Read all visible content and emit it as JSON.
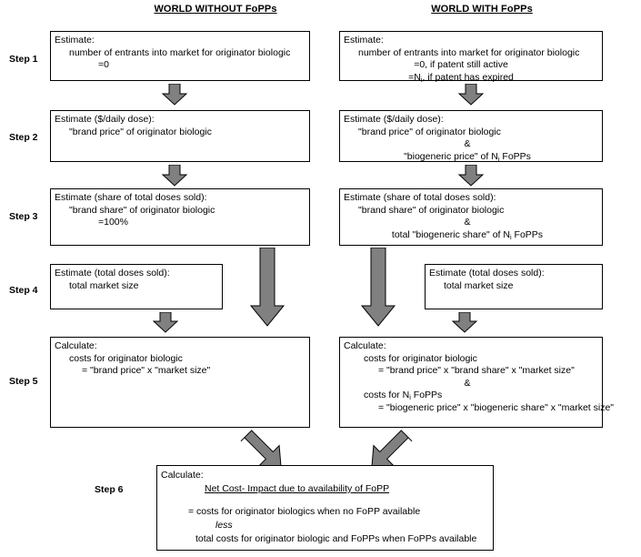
{
  "headers": {
    "left": "WORLD WITHOUT FoPPs",
    "right": "WORLD WITH FoPPs"
  },
  "steps": [
    {
      "label": "Step 1"
    },
    {
      "label": "Step 2"
    },
    {
      "label": "Step 3"
    },
    {
      "label": "Step 4"
    },
    {
      "label": "Step 5"
    },
    {
      "label": "Step 6"
    }
  ],
  "boxes": {
    "s1_left": {
      "l1": "Estimate:",
      "l2": "number of entrants into market for originator biologic",
      "l3": "=0"
    },
    "s1_right": {
      "l1": "Estimate:",
      "l2": "number of entrants into market for originator biologic",
      "l3": "=0, if patent still active",
      "l4a": "=N",
      "l4sub": "i",
      "l4b": ", if patent has expired"
    },
    "s2_left": {
      "l1": "Estimate ($/daily dose):",
      "l2": "\"brand price\" of originator biologic"
    },
    "s2_right": {
      "l1": "Estimate  ($/daily dose):",
      "l2": "\"brand price\" of originator biologic",
      "l3": "&",
      "l4a": "\"biogeneric price\" of N",
      "l4sub": "i",
      "l4b": " FoPPs"
    },
    "s3_left": {
      "l1": "Estimate (share of total doses sold):",
      "l2": "\"brand share\" of originator biologic",
      "l3": "=100%"
    },
    "s3_right": {
      "l1": "Estimate  (share of total doses sold):",
      "l2": "\"brand share\" of originator biologic",
      "l3": "&",
      "l4a": "total \"biogeneric share\" of N",
      "l4sub": "i",
      "l4b": " FoPPs"
    },
    "s4_left": {
      "l1": "Estimate (total doses sold):",
      "l2": "total market size"
    },
    "s4_right": {
      "l1": "Estimate (total doses sold):",
      "l2": "total market size"
    },
    "s5_left": {
      "l1": "Calculate:",
      "l2": "costs for originator biologic",
      "l3": "= \"brand price\" x \"market size\""
    },
    "s5_right": {
      "l1": "Calculate:",
      "l2": "costs for originator biologic",
      "l3": "= \"brand price\" x \"brand share\" x \"market size\"",
      "l4": "&",
      "l5a": "costs for N",
      "l5sub": "i",
      "l5b": " FoPPs",
      "l6": "= \"biogeneric price\" x \"biogeneric share\" x \"market size\""
    },
    "s6": {
      "l1": "Calculate:",
      "l2": "Net Cost- Impact due to availability of FoPP",
      "l3": "= costs for originator biologics when no FoPP available",
      "l4": "less",
      "l5": "total costs for originator biologic and FoPPs when FoPPs available"
    }
  },
  "colors": {
    "arrow_fill": "#808080",
    "arrow_stroke": "#000000",
    "box_border": "#000000",
    "text": "#000000",
    "background": "#ffffff"
  }
}
